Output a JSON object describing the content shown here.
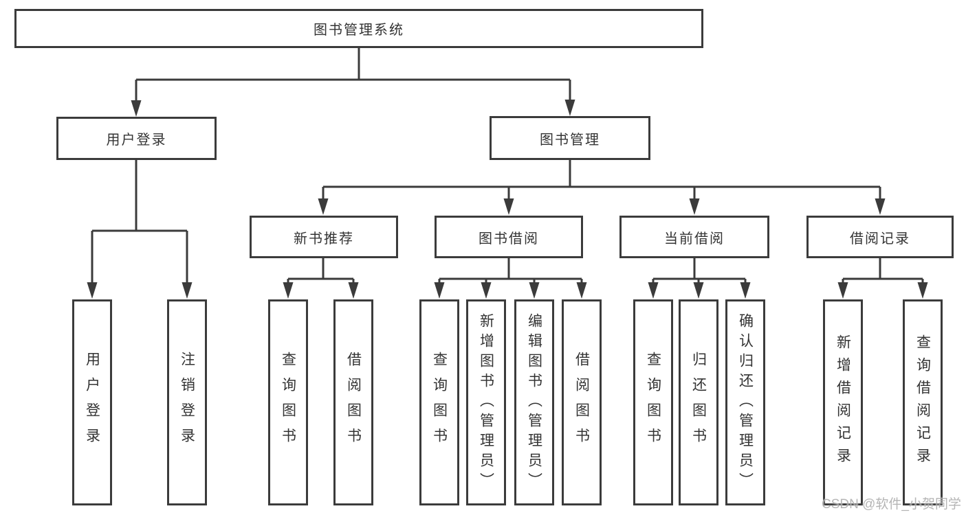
{
  "tree": {
    "label": "图书管理系统",
    "children": [
      {
        "label": "用户登录",
        "children": [
          {
            "label": "用户登录"
          },
          {
            "label": "注销登录"
          }
        ]
      },
      {
        "label": "图书管理",
        "children": [
          {
            "label": "新书推荐",
            "children": [
              {
                "label": "查询图书"
              },
              {
                "label": "借阅图书"
              }
            ]
          },
          {
            "label": "图书借阅",
            "children": [
              {
                "label": "查询图书"
              },
              {
                "label": "新增图书（管理员）"
              },
              {
                "label": "编辑图书（管理员）"
              },
              {
                "label": "借阅图书"
              }
            ]
          },
          {
            "label": "当前借阅",
            "children": [
              {
                "label": "查询图书"
              },
              {
                "label": "归还图书"
              },
              {
                "label": "确认归还（管理员）"
              }
            ]
          },
          {
            "label": "借阅记录",
            "children": [
              {
                "label": "新增借阅记录"
              },
              {
                "label": "查询借阅记录"
              }
            ]
          }
        ]
      }
    ]
  },
  "watermark": "CSDN @软件_小贺同学",
  "colors": {
    "line": "#3b3b3b",
    "text": "#333333",
    "background": "#ffffff",
    "watermark": "#adadad"
  }
}
